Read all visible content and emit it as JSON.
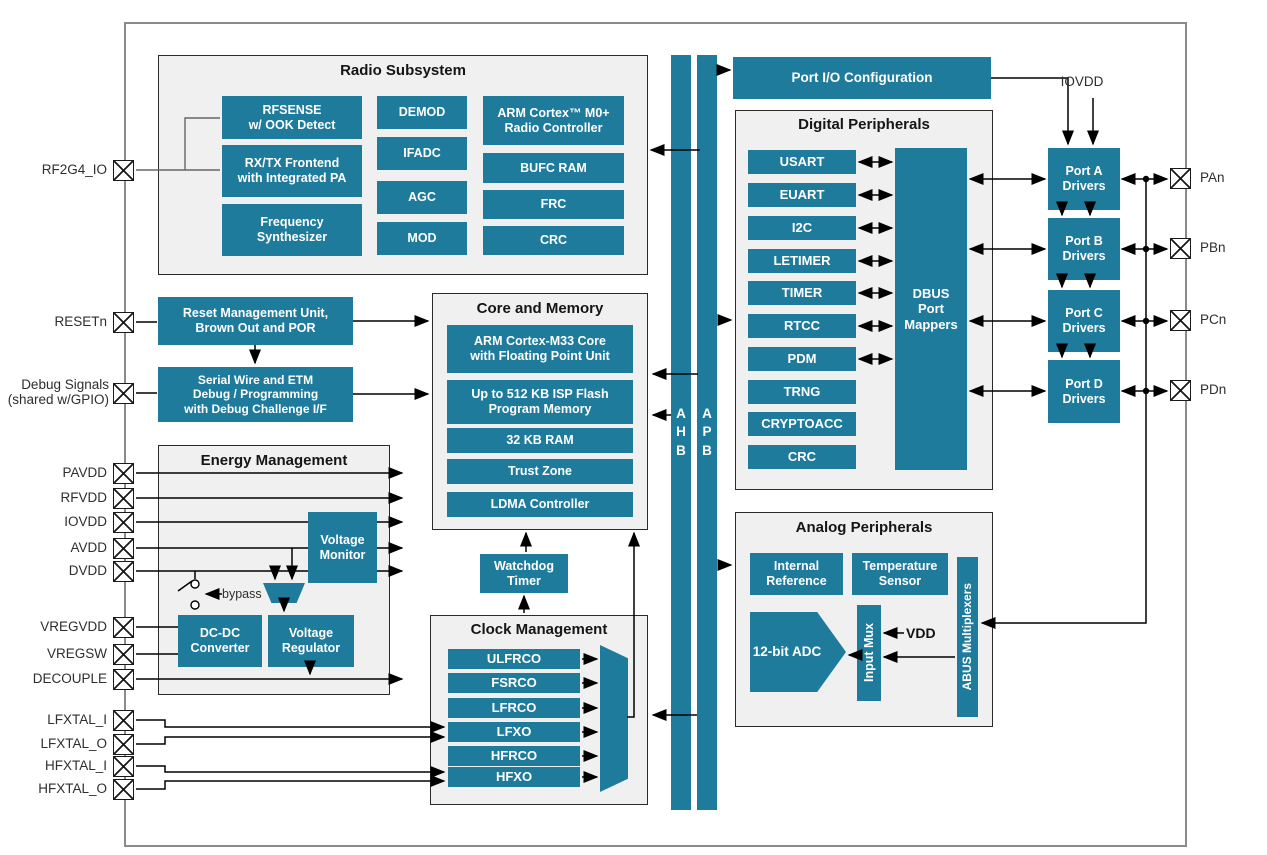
{
  "colors": {
    "accent": "#1f7b9c",
    "panel": "#f0f0f1"
  },
  "pins_left": [
    "RF2G4_IO",
    "RESETn",
    "Debug Signals\n(shared w/GPIO)",
    "PAVDD",
    "RFVDD",
    "IOVDD",
    "AVDD",
    "DVDD",
    "VREGVDD",
    "VREGSW",
    "DECOUPLE",
    "LFXTAL_I",
    "LFXTAL_O",
    "HFXTAL_I",
    "HFXTAL_O"
  ],
  "pins_right": [
    "PAn",
    "PBn",
    "PCn",
    "PDn"
  ],
  "radio": {
    "title": "Radio Subsystem",
    "frontend": [
      "RFSENSE\nw/ OOK Detect",
      "RX/TX Frontend\nwith Integrated PA",
      "Frequency\nSynthesizer"
    ],
    "modem": [
      "DEMOD",
      "IFADC",
      "AGC",
      "MOD"
    ],
    "controller": [
      "ARM Cortex™ M0+\nRadio Controller",
      "BUFC RAM",
      "FRC",
      "CRC"
    ]
  },
  "reset": {
    "rmu": "Reset Management Unit,\nBrown Out and POR",
    "debug": "Serial Wire and ETM\nDebug / Programming\nwith Debug Challenge I/F"
  },
  "core": {
    "title": "Core and Memory",
    "blocks": [
      "ARM Cortex-M33 Core\nwith Floating Point Unit",
      "Up to 512 KB ISP Flash\nProgram Memory",
      "32 KB RAM",
      "Trust Zone",
      "LDMA Controller"
    ]
  },
  "energy": {
    "title": "Energy Management",
    "monitor": "Voltage\nMonitor",
    "dcdc": "DC-DC\nConverter",
    "regulator": "Voltage\nRegulator",
    "bypass": "bypass"
  },
  "watchdog": "Watchdog\nTimer",
  "clock": {
    "title": "Clock Management",
    "oscillators": [
      "ULFRCO",
      "FSRCO",
      "LFRCO",
      "LFXO",
      "HFRCO",
      "HFXO"
    ]
  },
  "buses": {
    "ahb": "AHB",
    "apb": "APB"
  },
  "port_io": "Port I/O Configuration",
  "digital": {
    "title": "Digital Peripherals",
    "peripherals": [
      "USART",
      "EUART",
      "I2C",
      "LETIMER",
      "TIMER",
      "RTCC",
      "PDM",
      "TRNG",
      "CRYPTOACC",
      "CRC"
    ],
    "dbus": "DBUS\nPort\nMappers"
  },
  "analog": {
    "title": "Analog Peripherals",
    "reference": "Internal\nReference",
    "temp": "Temperature\nSensor",
    "adc": "12-bit ADC",
    "input_mux": "Input Mux",
    "abus": "ABUS Multiplexers",
    "vdd": "VDD"
  },
  "ports": {
    "drivers": [
      "Port A\nDrivers",
      "Port B\nDrivers",
      "Port C\nDrivers",
      "Port D\nDrivers"
    ],
    "iovdd": "IOVDD"
  }
}
